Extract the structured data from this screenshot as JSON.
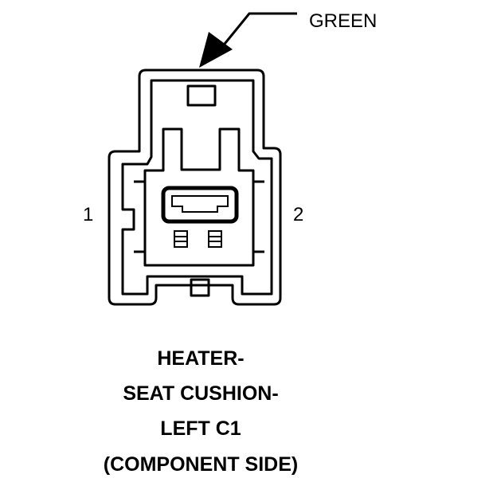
{
  "callout": {
    "color_label": "GREEN"
  },
  "pins": {
    "left": "1",
    "right": "2"
  },
  "title": {
    "line1": "HEATER-",
    "line2": "SEAT CUSHION-",
    "line3": "LEFT C1",
    "line4": "(COMPONENT SIDE)"
  }
}
